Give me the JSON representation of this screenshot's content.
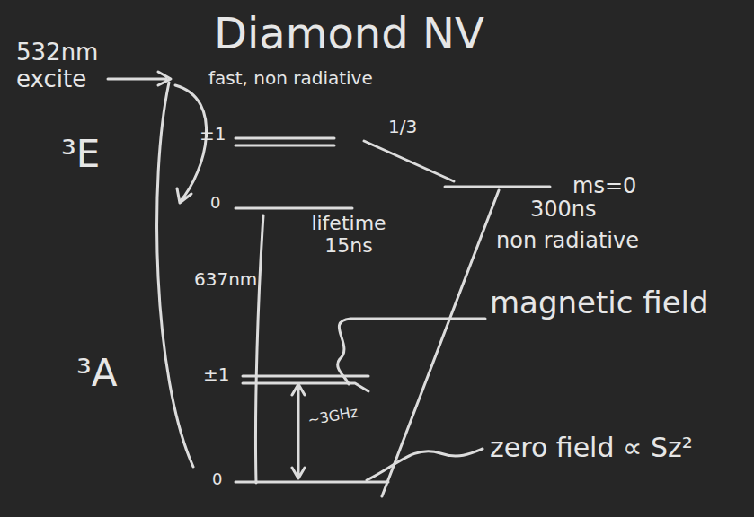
{
  "diagram": {
    "title": "Diamond NV",
    "labels": [
      "532nm excite",
      "fast, non radiative",
      "±1",
      "1/3",
      "³E",
      "0",
      "ms=0",
      "lifetime 15ns",
      "300ns",
      "non radiative",
      "637nm",
      "magnetic field",
      "³A",
      "±1",
      "~3GHz",
      "0",
      "zero field ∝ Sz²"
    ]
  }
}
